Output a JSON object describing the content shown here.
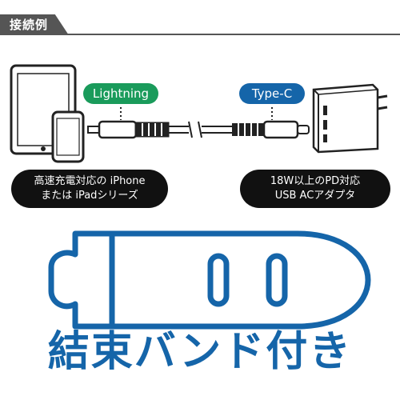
{
  "header": {
    "title": "接続例"
  },
  "connectors": {
    "left_label": "Lightning",
    "right_label": "Type-C"
  },
  "captions": {
    "left_line1": "高速充電対応の iPhone",
    "left_line2": "または iPadシリーズ",
    "right_line1": "18W以上のPD対応",
    "right_line2": "USB ACアダプタ"
  },
  "feature": {
    "title": "結束バンド付き"
  },
  "colors": {
    "header": "#555555",
    "lightning": "#1a9b5b",
    "typec": "#1565a9",
    "caption_bg": "#111111",
    "band": "#1565a9"
  }
}
